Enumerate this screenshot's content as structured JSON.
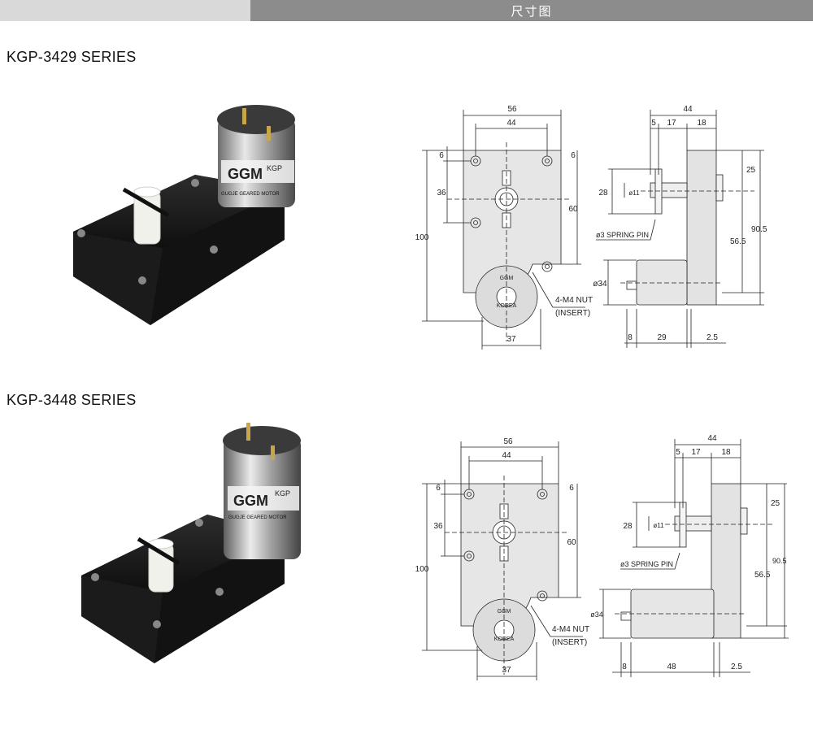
{
  "header": {
    "title": "尺寸图"
  },
  "sections": [
    {
      "series_title": "KGP-3429 SERIES",
      "photo": {
        "label_brand": "GGM",
        "label_model": "KGP",
        "label_maker": "GUGJE GEARED MOTOR"
      },
      "front_view": {
        "dim_width_outer": "56",
        "dim_width_holes": "44",
        "dim_top_left": "6",
        "dim_top_right": "6",
        "dim_hole_spacing": "36",
        "dim_height_total": "100",
        "dim_right_height": "60",
        "dim_bottom_width": "37",
        "nut_note_1": "4-M4 NUT",
        "nut_note_2": "(INSERT)",
        "motor_label": "GGM",
        "motor_origin": "KOREA"
      },
      "side_view": {
        "dim_total": "44",
        "dim_a": "5",
        "dim_b": "17",
        "dim_c": "18",
        "dim_shaft_len": "28",
        "dim_shaft_dia": "ø11",
        "dim_top": "25",
        "dim_mid": "56.5",
        "dim_full": "90.5",
        "dim_motor_dia": "ø34",
        "dim_bottom_a": "8",
        "dim_motor_len": "29",
        "dim_bottom_c": "2.5",
        "pin_note": "ø3 SPRING PIN"
      }
    },
    {
      "series_title": "KGP-3448 SERIES",
      "photo": {
        "label_brand": "GGM",
        "label_model": "KGP",
        "label_maker": "GUGJE GEARED MOTOR"
      },
      "front_view": {
        "dim_width_outer": "56",
        "dim_width_holes": "44",
        "dim_top_left": "6",
        "dim_top_right": "6",
        "dim_hole_spacing": "36",
        "dim_height_total": "100",
        "dim_right_height": "60",
        "dim_bottom_width": "37",
        "nut_note_1": "4-M4 NUT",
        "nut_note_2": "(INSERT)",
        "motor_label": "GGM",
        "motor_origin": "KOREA"
      },
      "side_view": {
        "dim_total": "44",
        "dim_a": "5",
        "dim_b": "17",
        "dim_c": "18",
        "dim_shaft_len": "28",
        "dim_shaft_dia": "ø11",
        "dim_top": "25",
        "dim_mid": "56.5",
        "dim_full": "90.5",
        "dim_motor_dia": "ø34",
        "dim_bottom_a": "8",
        "dim_motor_len": "48",
        "dim_bottom_c": "2.5",
        "pin_note": "ø3 SPRING PIN"
      }
    }
  ]
}
